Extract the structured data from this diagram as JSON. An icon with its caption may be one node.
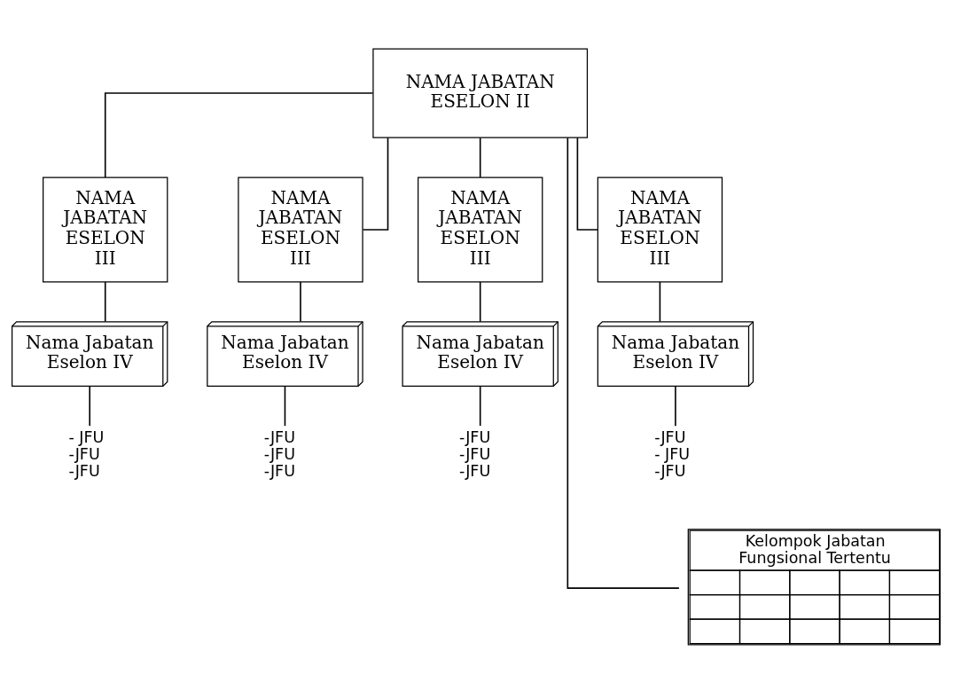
{
  "diagram": {
    "nodes": [
      {
        "text": [
          "NAMA JABATAN ESELON II"
        ]
      },
      {
        "text": [
          "NAMA JABATAN ESELON III"
        ]
      },
      {
        "text": [
          "NAMA JABATAN ESELON III"
        ]
      },
      {
        "text": [
          "NAMA JABATAN ESELON III"
        ]
      },
      {
        "text": [
          "NAMA JABATAN ESELON III"
        ]
      },
      {
        "text": [
          "Nama Jabatan Eselon IV"
        ]
      },
      {
        "text": [
          "Nama Jabatan Eselon IV"
        ]
      },
      {
        "text": [
          "Nama Jabatan Eselon IV"
        ]
      },
      {
        "text": [
          "Nama Jabatan Eselon IV"
        ]
      },
      {
        "text": [
          "- JFU",
          "-JFU",
          "-JFU"
        ]
      },
      {
        "text": [
          "-JFU",
          " -JFU",
          "-JFU"
        ]
      },
      {
        "text": [
          "-JFU",
          " -JFU",
          "-JFU"
        ]
      },
      {
        "text": [
          "-JFU",
          "- JFU",
          "-JFU"
        ]
      },
      {
        "text": [
          "Kelompok Jabatan Fungsional Tertentu"
        ]
      }
    ],
    "edges": [
      {
        "from": 0,
        "to": 1,
        "arrow": "none"
      },
      {
        "from": 0,
        "to": 2,
        "arrow": "none"
      },
      {
        "from": 0,
        "to": 3,
        "arrow": "none"
      },
      {
        "from": 0,
        "to": 4,
        "arrow": "none"
      },
      {
        "from": 1,
        "to": 5,
        "arrow": "none"
      },
      {
        "from": 2,
        "to": 6,
        "arrow": "none"
      },
      {
        "from": 3,
        "to": 7,
        "arrow": "none"
      },
      {
        "from": 4,
        "to": 8,
        "arrow": "none"
      },
      {
        "from": 5,
        "to": 9,
        "arrow": "none"
      },
      {
        "from": 6,
        "to": 10,
        "arrow": "none"
      },
      {
        "from": 7,
        "to": 11,
        "arrow": "none"
      },
      {
        "from": 8,
        "to": 12,
        "arrow": "none"
      },
      {
        "from": 0,
        "to": 13,
        "arrow": "none"
      }
    ]
  }
}
